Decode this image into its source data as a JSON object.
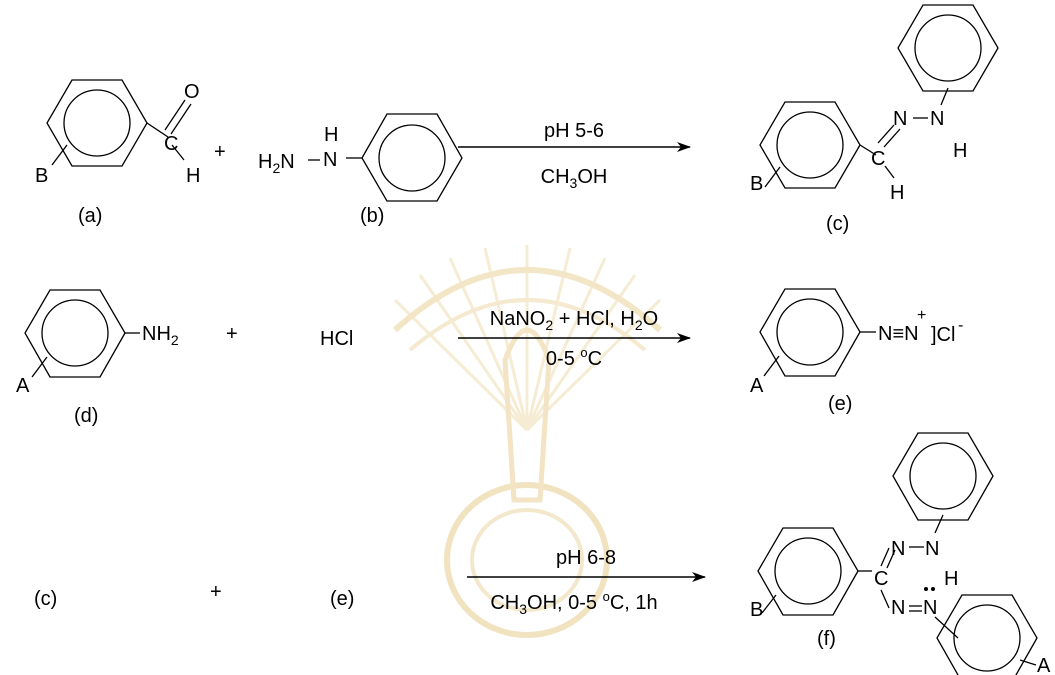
{
  "scheme": {
    "reactions": [
      {
        "reactants": [
          {
            "label": "(a)",
            "substituent": "B",
            "aldehyde_O": "O",
            "aldehyde_H": "H"
          },
          {
            "label": "(b)",
            "formula": "H2N–NH–Ph",
            "H": "H",
            "H2": "H",
            "N1": "N",
            "N2": "N"
          }
        ],
        "plus": "+",
        "condition_above": "pH 5-6",
        "condition_below": "CH3OH",
        "product": {
          "label": "(c)",
          "substituent": "B",
          "N1": "N",
          "N2": "N",
          "H_nh": "H",
          "H_ch": "H",
          "C": "C"
        }
      },
      {
        "reactants": [
          {
            "label": "(d)",
            "substituent": "A",
            "group": "NH2"
          },
          {
            "text": "HCl"
          }
        ],
        "plus": "+",
        "condition_above": "NaNO2 + HCl, H2O",
        "condition_below": "0-5 oC",
        "product": {
          "label": "(e)",
          "substituent": "A",
          "group": "N≡N",
          "charge": "+",
          "counterion": "Cl",
          "counter_charge": "-"
        }
      },
      {
        "reactants": [
          {
            "text": "(c)"
          },
          {
            "text": "(e)"
          }
        ],
        "plus": "+",
        "condition_above": "pH 6-8",
        "condition_below": "CH3OH, 0-5 oC, 1h",
        "product": {
          "label": "(f)",
          "substituent_B": "B",
          "substituent_A": "A",
          "C": "C",
          "N": "N",
          "H": "H"
        }
      }
    ]
  }
}
